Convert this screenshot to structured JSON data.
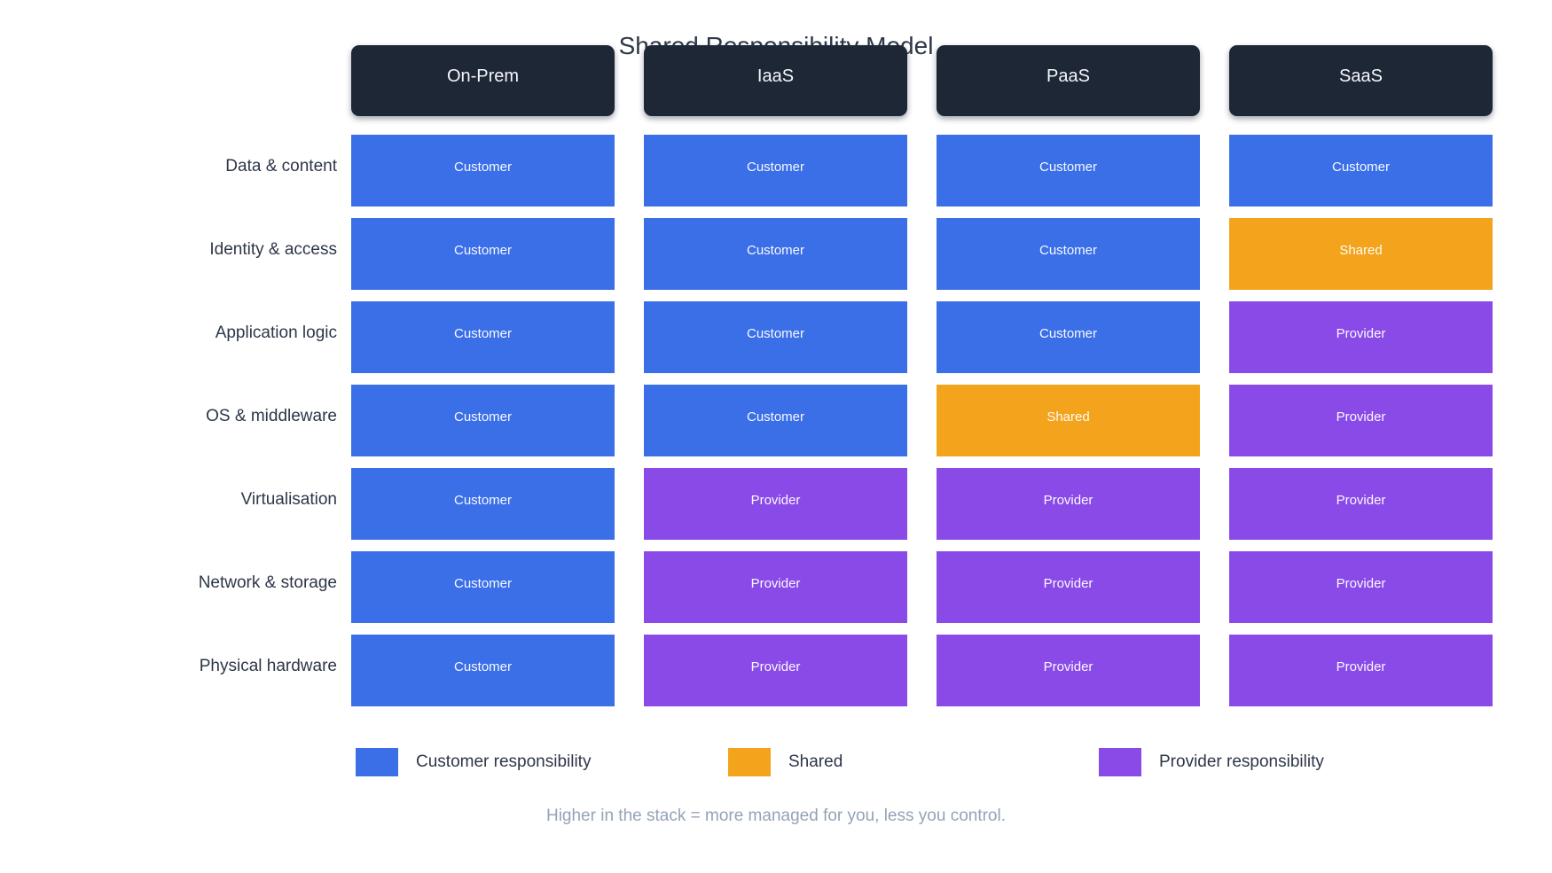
{
  "title": "Shared Responsibility Model",
  "footnote": "Higher in the stack = more managed for you, less you control.",
  "colors": {
    "customer": "#3a6fe8",
    "shared": "#f3a41c",
    "provider": "#8a4ae8",
    "header_bg": "#1e2736",
    "label_text": "#2d3748",
    "footnote_text": "#94a3b8",
    "background": "#ffffff"
  },
  "legend": {
    "items": [
      {
        "label": "Customer responsibility",
        "color": "#3a6fe8"
      },
      {
        "label": "Shared",
        "color": "#f3a41c"
      },
      {
        "label": "Provider responsibility",
        "color": "#8a4ae8"
      }
    ]
  },
  "matrix": {
    "col_headers": [
      "On-Prem",
      "IaaS",
      "PaaS",
      "SaaS"
    ],
    "row_labels": [
      "Data & content",
      "Identity & access",
      "Application logic",
      "OS & middleware",
      "Virtualisation",
      "Network & storage",
      "Physical hardware"
    ],
    "cells": [
      [
        {
          "label": "Customer",
          "color": "#3a6fe8"
        },
        {
          "label": "Customer",
          "color": "#3a6fe8"
        },
        {
          "label": "Customer",
          "color": "#3a6fe8"
        },
        {
          "label": "Customer",
          "color": "#3a6fe8"
        }
      ],
      [
        {
          "label": "Customer",
          "color": "#3a6fe8"
        },
        {
          "label": "Customer",
          "color": "#3a6fe8"
        },
        {
          "label": "Customer",
          "color": "#3a6fe8"
        },
        {
          "label": "Shared",
          "color": "#f3a41c"
        }
      ],
      [
        {
          "label": "Customer",
          "color": "#3a6fe8"
        },
        {
          "label": "Customer",
          "color": "#3a6fe8"
        },
        {
          "label": "Customer",
          "color": "#3a6fe8"
        },
        {
          "label": "Provider",
          "color": "#8a4ae8"
        }
      ],
      [
        {
          "label": "Customer",
          "color": "#3a6fe8"
        },
        {
          "label": "Customer",
          "color": "#3a6fe8"
        },
        {
          "label": "Shared",
          "color": "#f3a41c"
        },
        {
          "label": "Provider",
          "color": "#8a4ae8"
        }
      ],
      [
        {
          "label": "Customer",
          "color": "#3a6fe8"
        },
        {
          "label": "Provider",
          "color": "#8a4ae8"
        },
        {
          "label": "Provider",
          "color": "#8a4ae8"
        },
        {
          "label": "Provider",
          "color": "#8a4ae8"
        }
      ],
      [
        {
          "label": "Customer",
          "color": "#3a6fe8"
        },
        {
          "label": "Provider",
          "color": "#8a4ae8"
        },
        {
          "label": "Provider",
          "color": "#8a4ae8"
        },
        {
          "label": "Provider",
          "color": "#8a4ae8"
        }
      ],
      [
        {
          "label": "Customer",
          "color": "#3a6fe8"
        },
        {
          "label": "Provider",
          "color": "#8a4ae8"
        },
        {
          "label": "Provider",
          "color": "#8a4ae8"
        },
        {
          "label": "Provider",
          "color": "#8a4ae8"
        }
      ]
    ]
  }
}
